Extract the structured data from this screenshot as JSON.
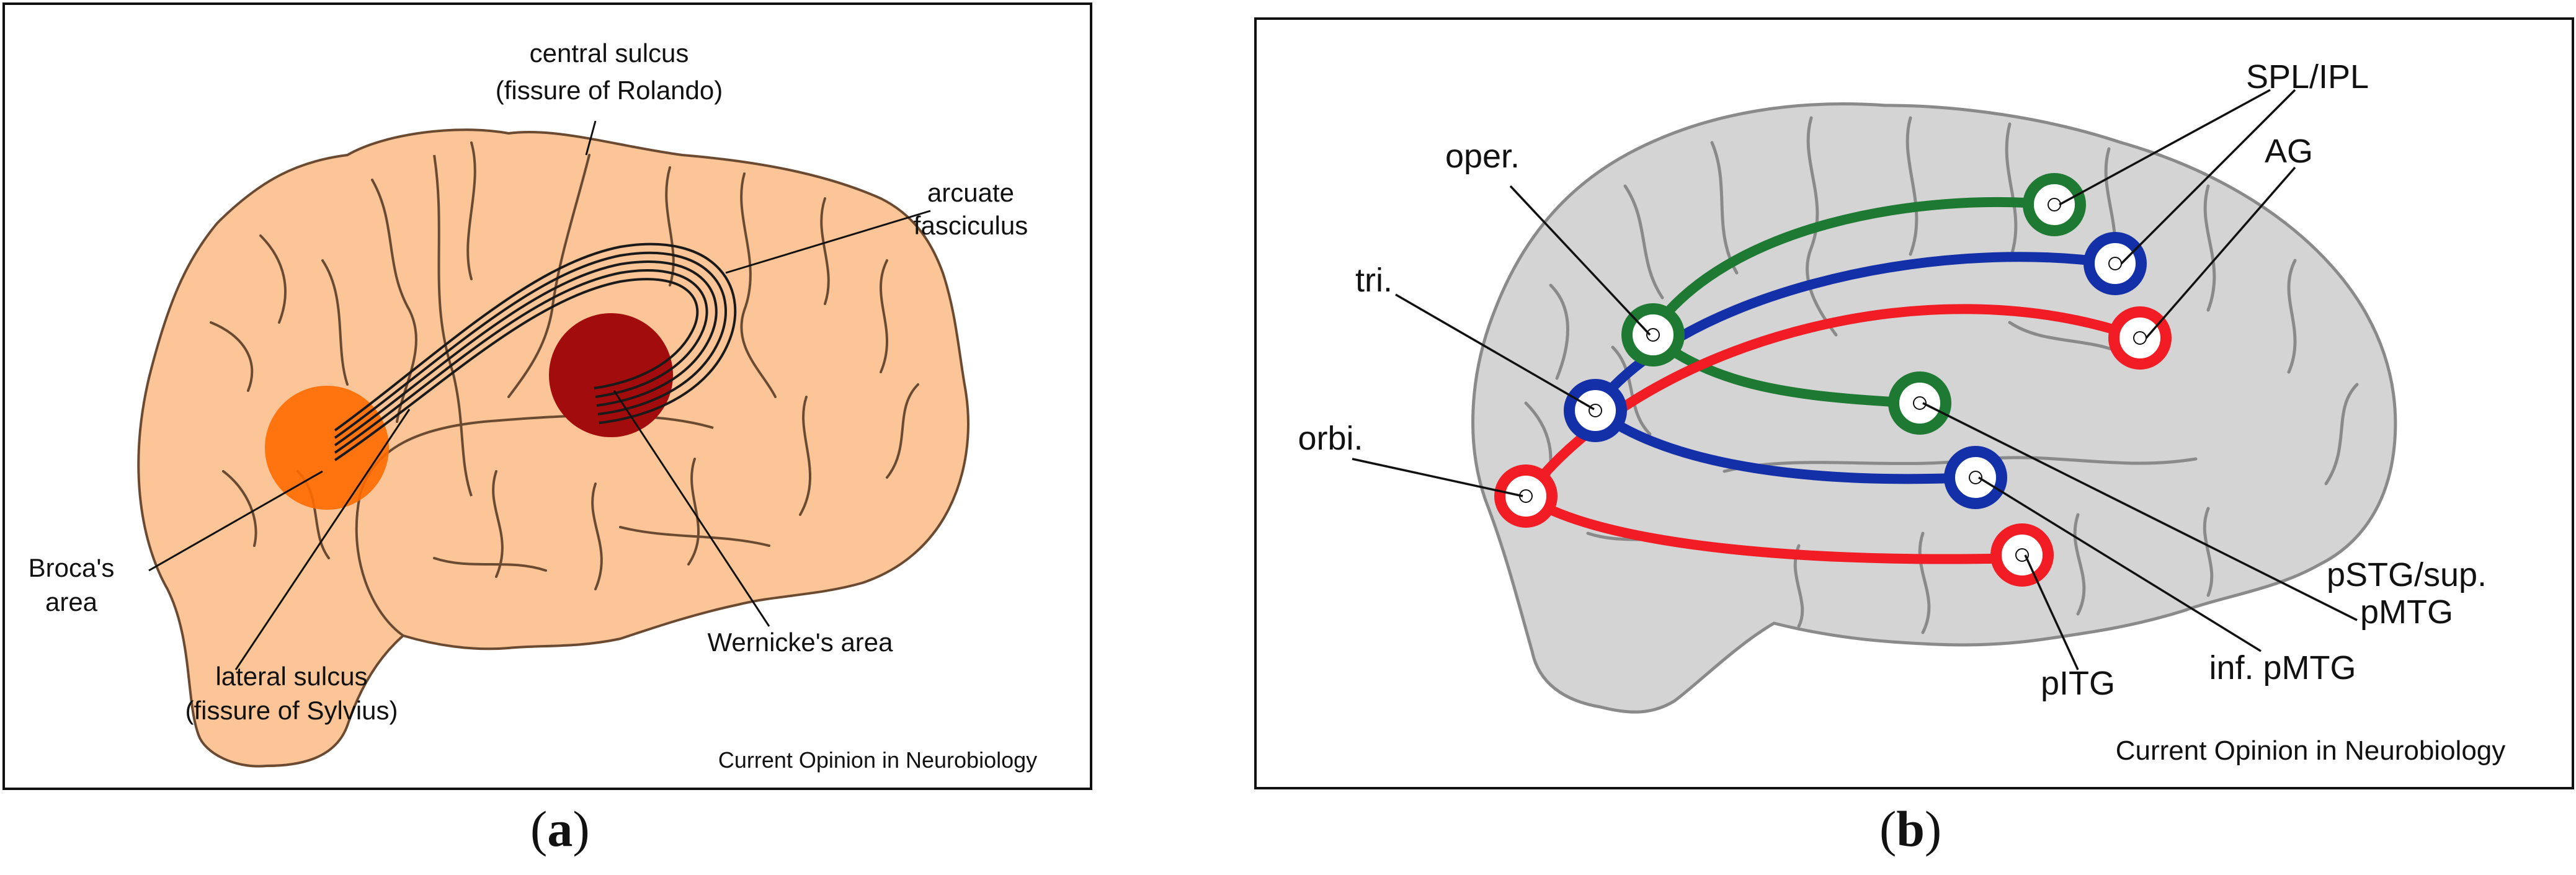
{
  "panel_a": {
    "labels": {
      "central_sulcus_1": "central sulcus",
      "central_sulcus_2": "(fissure of Rolando)",
      "arcuate_1": "arcuate",
      "arcuate_2": "fasciculus",
      "broca_1": "Broca's",
      "broca_2": "area",
      "wernicke": "Wernicke's area",
      "lateral_1": "lateral sulcus",
      "lateral_2": "(fissure of Sylvius)",
      "credit": "Current Opinion in Neurobiology"
    },
    "caption_letter": "a",
    "colors": {
      "brain": "#fbc597",
      "broca": "#ff6a00",
      "wernicke": "#a30c0c",
      "outline": "#6b4a32"
    }
  },
  "panel_b": {
    "labels": {
      "spl_ipl": "SPL/IPL",
      "ag": "AG",
      "oper": "oper.",
      "tri": "tri.",
      "orbi": "orbi.",
      "pstg_1": "pSTG/sup.",
      "pstg_2": "pMTG",
      "inf_pmtg": "inf. pMTG",
      "pitg": "pITG",
      "credit": "Current Opinion in Neurobiology"
    },
    "caption_letter": "b",
    "colors": {
      "brain": "#d4d4d4",
      "outline": "#8a8a8a",
      "green": "#1e7a32",
      "blue": "#1330a8",
      "red": "#f11c24"
    }
  },
  "caption_paren_open": "(",
  "caption_paren_close": ")"
}
